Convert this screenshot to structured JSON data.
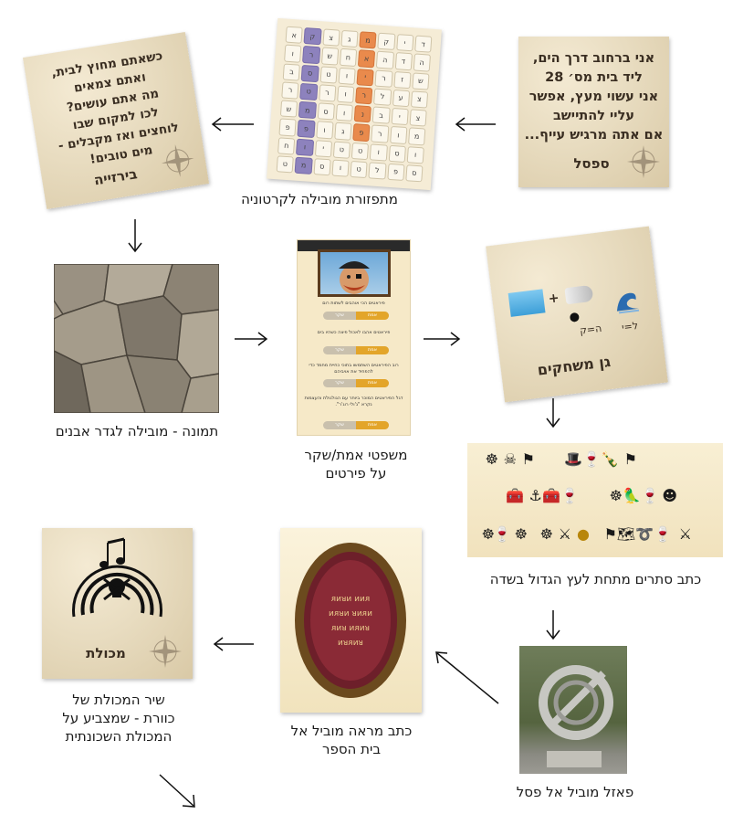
{
  "cards": {
    "sapsal": {
      "lines": [
        "אני ברחוב דרך הים,",
        "ליד בית מס׳ 28",
        "אני עשוי מעץ, אפשר",
        "עליי להתיישב",
        "אם אתה מרגיש עייף..."
      ],
      "title": "ספסל"
    },
    "wordsearch": {
      "caption": "מתפזורת מובילה לקרטוניה",
      "rows": [
        [
          "א",
          "ק",
          "צ",
          "ג",
          "מ",
          "ק",
          "י",
          "ד"
        ],
        [
          "ו",
          "ר",
          "ש",
          "ח",
          "א",
          "ה",
          "ד",
          "ה"
        ],
        [
          "ב",
          "ס",
          "ט",
          "ו",
          "י",
          "ר",
          "ז",
          "ש"
        ],
        [
          "ר",
          "ט",
          "ר",
          "ו",
          "ר",
          "ל",
          "ע",
          "צ"
        ],
        [
          "ש",
          "מ",
          "ס",
          "ו",
          "נ",
          "ב",
          "י",
          "צ"
        ],
        [
          "פ",
          "פ",
          "ו",
          "ג",
          "פ",
          "ר",
          "ו",
          "מ"
        ],
        [
          "ח",
          "ו",
          "י",
          "ט",
          "ט",
          "ו",
          "ס",
          "ו"
        ],
        [
          "ט",
          "מ",
          "ס",
          "ו",
          "ט",
          "ל",
          "פ",
          "ס"
        ]
      ]
    },
    "breizia": {
      "lines": [
        "כשאתם מחוץ לבית,",
        "ואתם צמאים",
        "מה אתם עושים?",
        "לכו למקום שבו",
        "לוחצים ואז מקבלים -",
        "מים טובים!"
      ],
      "title": "בירזייה"
    },
    "stones": {
      "caption": "תמונה - מובילה לגדר אבנים"
    },
    "truefalse": {
      "caption_line1": "משפטי אמת/שקר",
      "caption_line2": "על פירטים",
      "questions": [
        "פיראטים הכי אוהבים לשתות רום",
        "פיראטים אהבו לאכול פיצה כשהיו בים",
        "רוב הפיראטים השתמשו בתוכי כחיית מחמד כדי להפחיד את אויביהם",
        "דגל הפיראטים המוכר ביותר עם הגולגולת והעצמות נקרא \"ג'ולי רוג'ר\"."
      ],
      "true_label": "אמת",
      "false_label": "שקר"
    },
    "playground": {
      "title": "גן משחקים",
      "eq1": "ה=ק",
      "eq2": "ל=י",
      "plus": "+"
    },
    "hidden": {
      "caption": "כתב סתרים מתחת לעץ הגדול בשדה"
    },
    "sculpture": {
      "caption": "פאזל מוביל אל פסל"
    },
    "mirror": {
      "caption_line1": "כתב מראה מוביל אל",
      "caption_line2": "בית הספר"
    },
    "mikholet": {
      "title": "מכולת",
      "caption_line1": "שיר המכולת של",
      "caption_line2": "כוורת - שמצביע על",
      "caption_line3": "המכולת השכונתית"
    }
  },
  "colors": {
    "parchment": "#e8dcc0",
    "ink": "#3a2e22",
    "orange": "#e98a4c",
    "purple": "#8d82bd",
    "toggle_true": "#e3a52a"
  }
}
